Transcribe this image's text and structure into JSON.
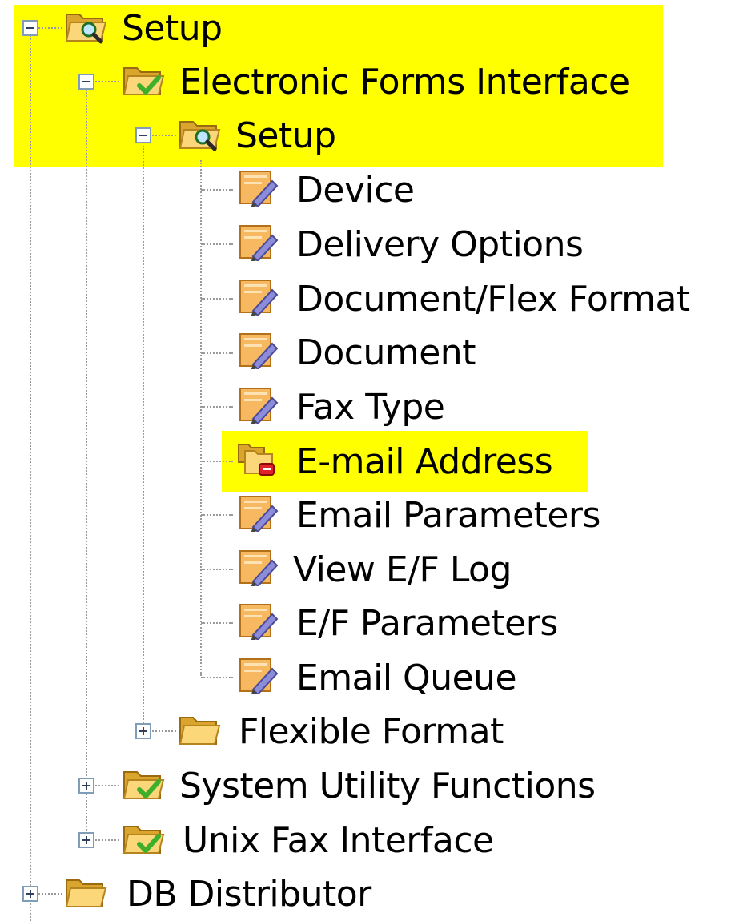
{
  "tree": {
    "items": [
      {
        "label": "Setup",
        "icon": "folder-search-icon",
        "toggle": "expanded"
      },
      {
        "label": "Electronic Forms Interface",
        "icon": "folder-check-icon",
        "toggle": "expanded"
      },
      {
        "label": "Setup",
        "icon": "folder-search-icon",
        "toggle": "expanded"
      },
      {
        "label": "Device",
        "icon": "form-edit-icon"
      },
      {
        "label": "Delivery Options",
        "icon": "form-edit-icon"
      },
      {
        "label": "Document/Flex Format",
        "icon": "form-edit-icon"
      },
      {
        "label": "Document",
        "icon": "form-edit-icon"
      },
      {
        "label": "Fax Type",
        "icon": "form-edit-icon"
      },
      {
        "label": "E-mail Address",
        "icon": "folder-stack-icon",
        "selected": true
      },
      {
        "label": "Email Parameters",
        "icon": "form-edit-icon"
      },
      {
        "label": "View E/F Log",
        "icon": "form-edit-icon"
      },
      {
        "label": "E/F Parameters",
        "icon": "form-edit-icon"
      },
      {
        "label": "Email Queue",
        "icon": "form-edit-icon"
      },
      {
        "label": "Flexible Format",
        "icon": "folder-open-icon",
        "toggle": "collapsed"
      },
      {
        "label": "System Utility Functions",
        "icon": "folder-check-icon",
        "toggle": "collapsed"
      },
      {
        "label": "Unix Fax Interface",
        "icon": "folder-check-icon",
        "toggle": "collapsed"
      },
      {
        "label": "DB Distributor",
        "icon": "folder-open-icon",
        "toggle": "collapsed"
      }
    ]
  },
  "colors": {
    "highlight": "#ffff00",
    "folder": "#f2c24e",
    "check": "#3fae2a",
    "connector": "#9a9a9a"
  }
}
